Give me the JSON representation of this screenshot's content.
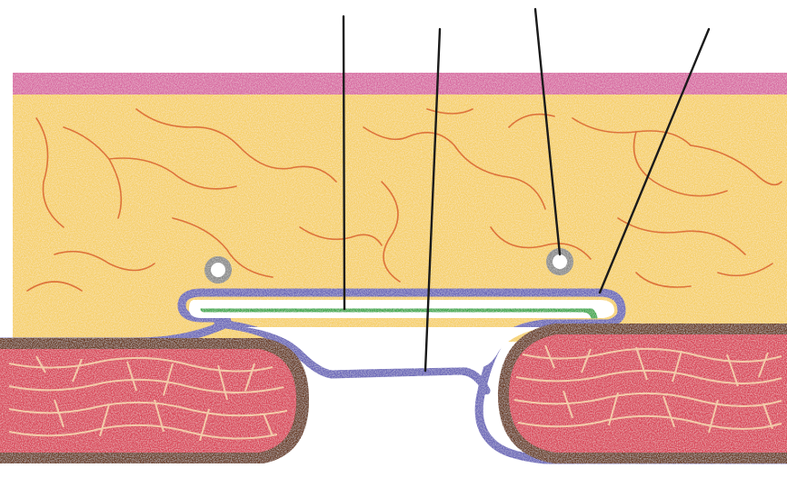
{
  "diagram": {
    "leader_line_count": 4,
    "layers": [
      {
        "id": "skin",
        "color": "#d86aa2"
      },
      {
        "id": "subcutaneous-fat",
        "color": "#f6d06a"
      },
      {
        "id": "blood-vessels",
        "color": "#d9622e"
      },
      {
        "id": "outer-membrane",
        "color": "#6a66b8"
      },
      {
        "id": "inner-membrane",
        "color": "#3aa84a"
      },
      {
        "id": "muscle",
        "color": "#d94458"
      },
      {
        "id": "muscle-sheath",
        "color": "#6a3a24"
      },
      {
        "id": "vessel-rings",
        "color": "#8a8a8a"
      }
    ]
  }
}
